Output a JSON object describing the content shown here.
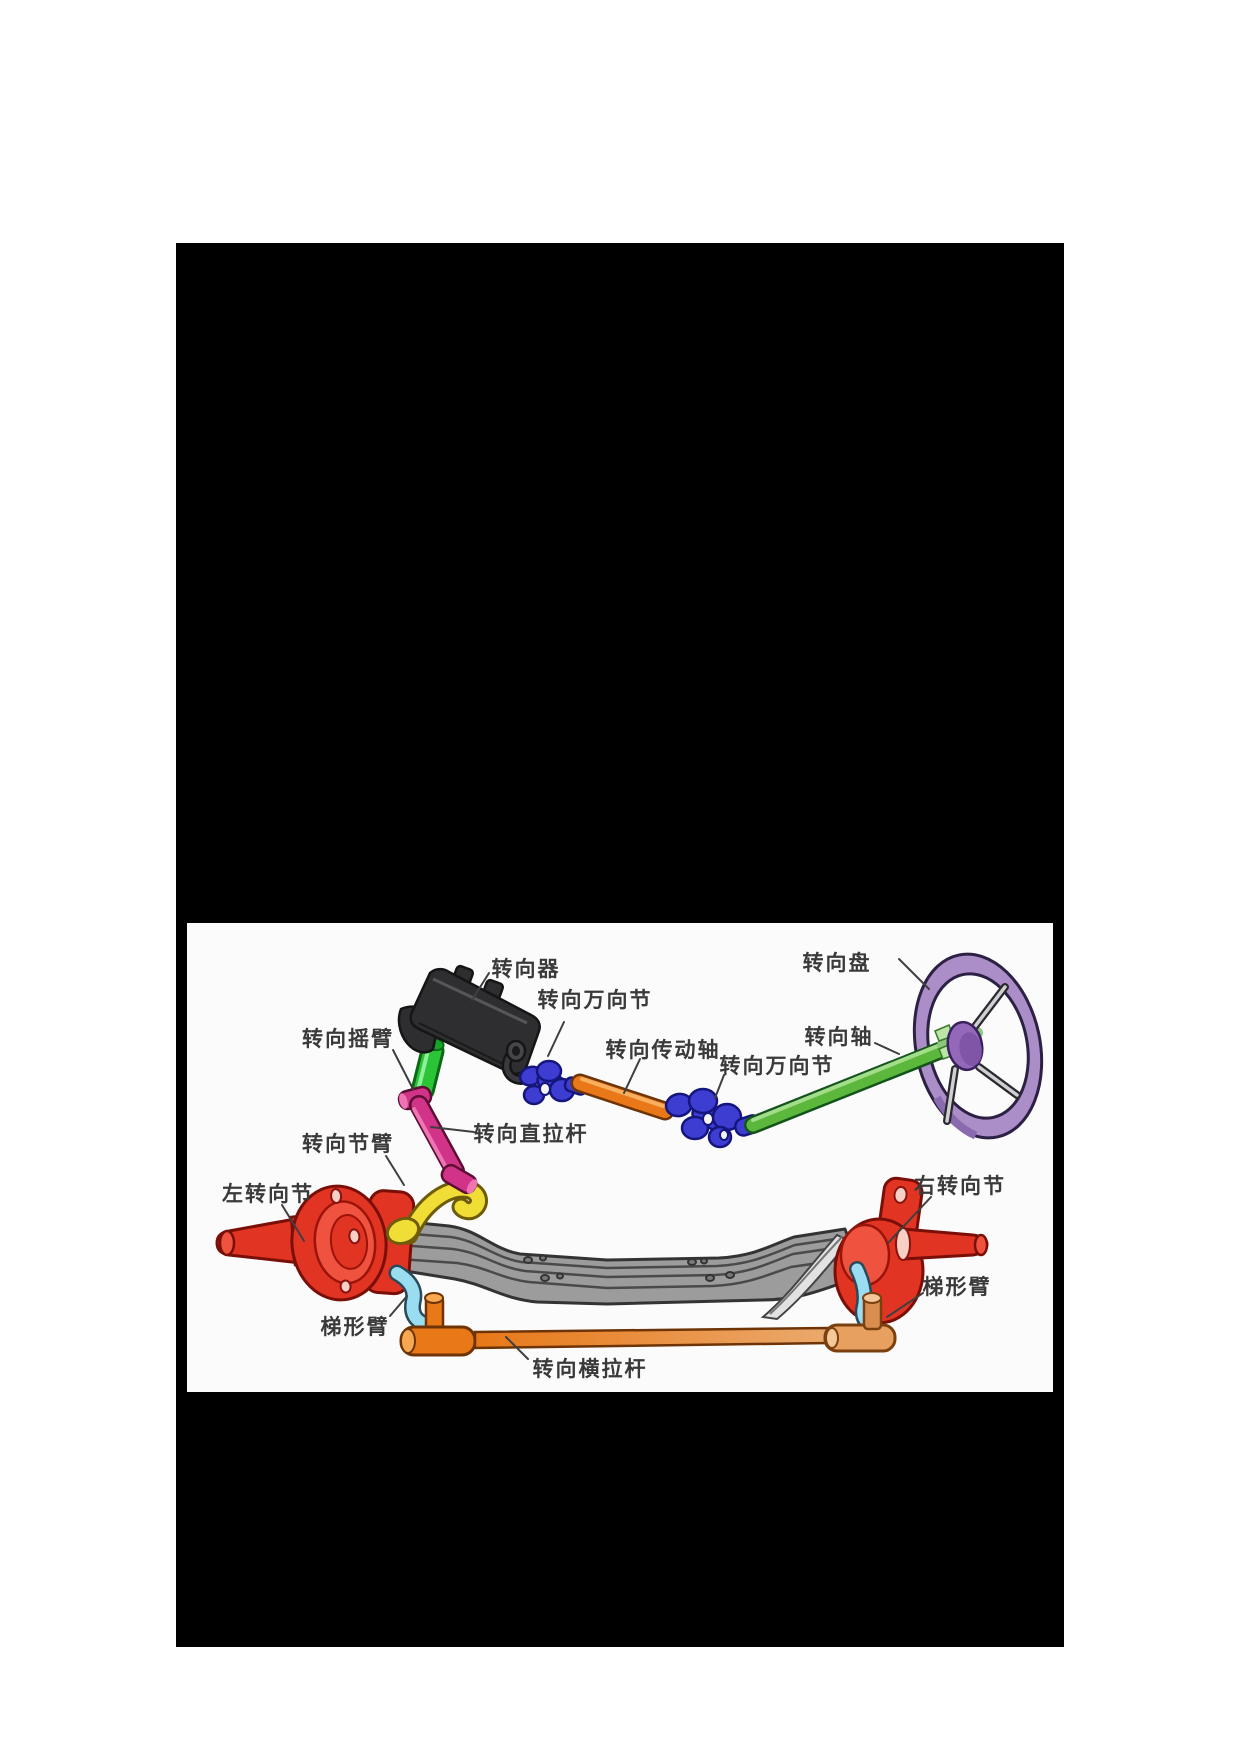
{
  "page": {
    "background_color": "#ffffff",
    "frame_color": "#000000",
    "panel_color": "#fbfbfb"
  },
  "diagram": {
    "labels": {
      "steering_gear": "转向器",
      "universal_joint_upper": "转向万向节",
      "pitman_arm": "转向摇臂",
      "transmission_shaft": "转向传动轴",
      "universal_joint_lower": "转向万向节",
      "steering_shaft": "转向轴",
      "steering_wheel": "转向盘",
      "drag_link": "转向直拉杆",
      "knuckle_arm": "转向节臂",
      "left_knuckle": "左转向节",
      "trapezoid_arm_left": "梯形臂",
      "tie_rod": "转向横拉杆",
      "right_knuckle": "右转向节",
      "trapezoid_arm_right": "梯形臂"
    },
    "colors": {
      "gearbox": "#2e2e30",
      "pitman_arm": "#2bc437",
      "drag_link": "#d03388",
      "knuckle_arm": "#f0dd35",
      "knuckle_red": "#e23422",
      "axle_beam": "#9c9c9c",
      "trapezoid_arm": "#9adcf0",
      "tie_rod": "#e87818",
      "universal_joint": "#3d3dd2",
      "steering_shaft": "#5cb83c",
      "steering_wheel_rim": "#ab8ec8",
      "steering_wheel_hub": "#9468b8",
      "label_text": "#3a3a3a"
    }
  }
}
